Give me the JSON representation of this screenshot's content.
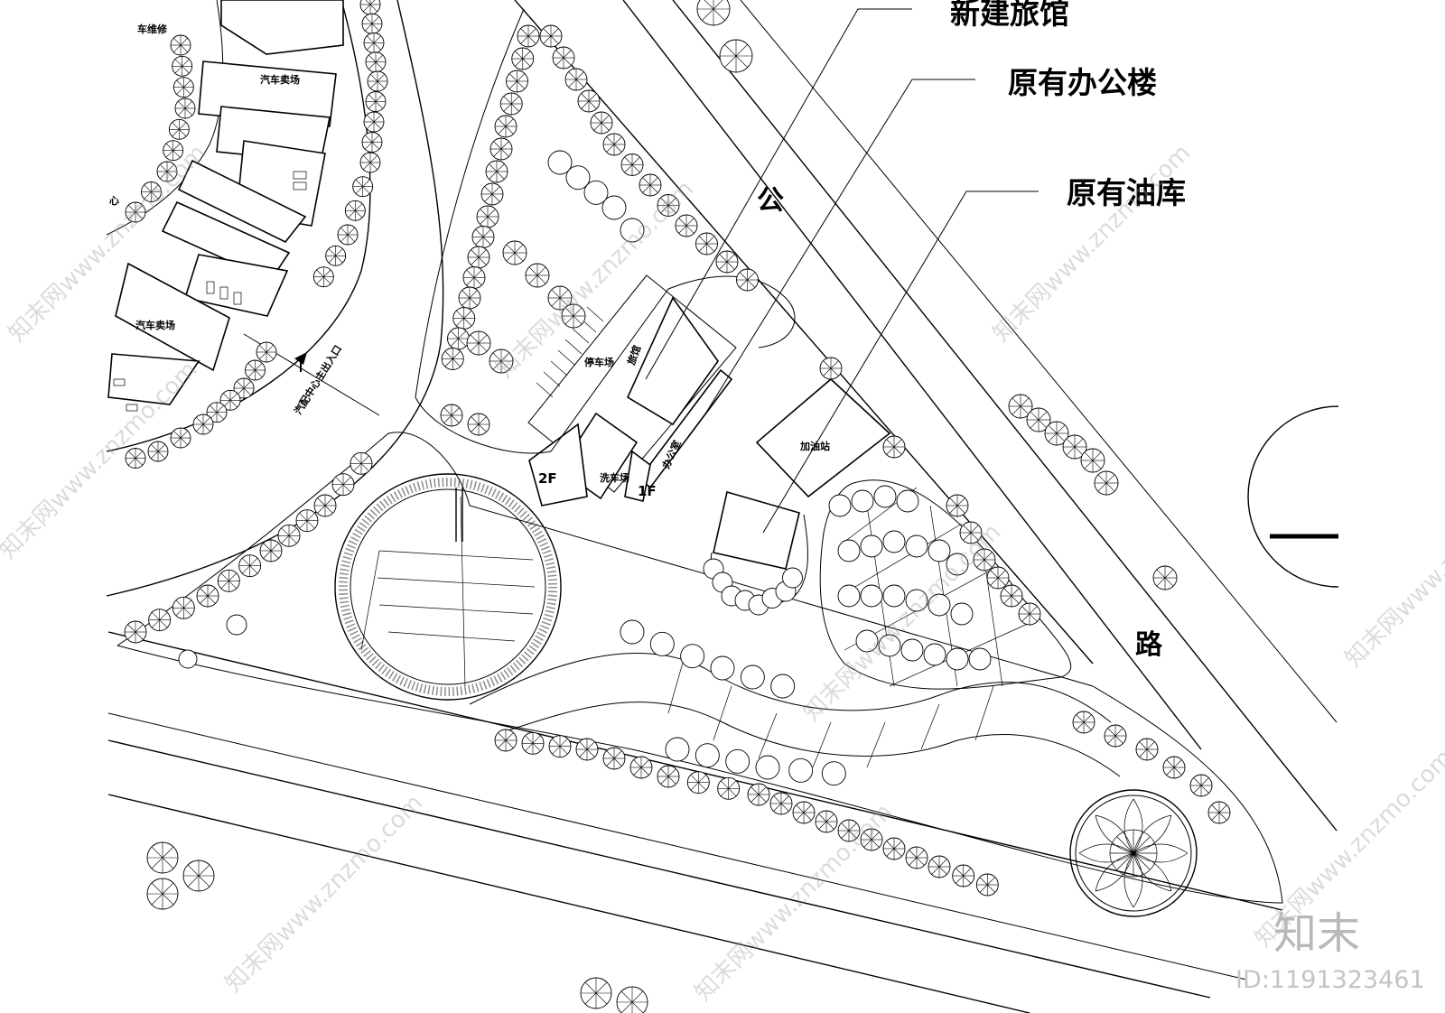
{
  "labels": {
    "new_hotel": "新建旅馆",
    "old_office": "原有办公楼",
    "old_depot": "原有油库",
    "road_1": "公",
    "road_2": "路",
    "repair": "车维修",
    "car_sales_top": "汽车卖场",
    "car_sales_left": "汽车卖场",
    "center_fragment": "心",
    "main_entrance": "汽配中心主出入口",
    "parking": "停车场",
    "hotel": "旅馆",
    "office_room": "办公室",
    "car_wash": "洗车场",
    "gas_station": "加油站",
    "floor_2f": "2F",
    "floor_1f": "1F"
  },
  "watermark": {
    "text": "知末网www.znzmo.com",
    "logo": "知末",
    "id_text": "ID:1191323461"
  },
  "colors": {
    "ink": "#000000",
    "paper": "#ffffff",
    "watermark": "#9a9a9a"
  },
  "icons": [
    "tree-symbol",
    "entrance-arrow-icon",
    "roundabout-symbol",
    "parked-car-icon"
  ]
}
